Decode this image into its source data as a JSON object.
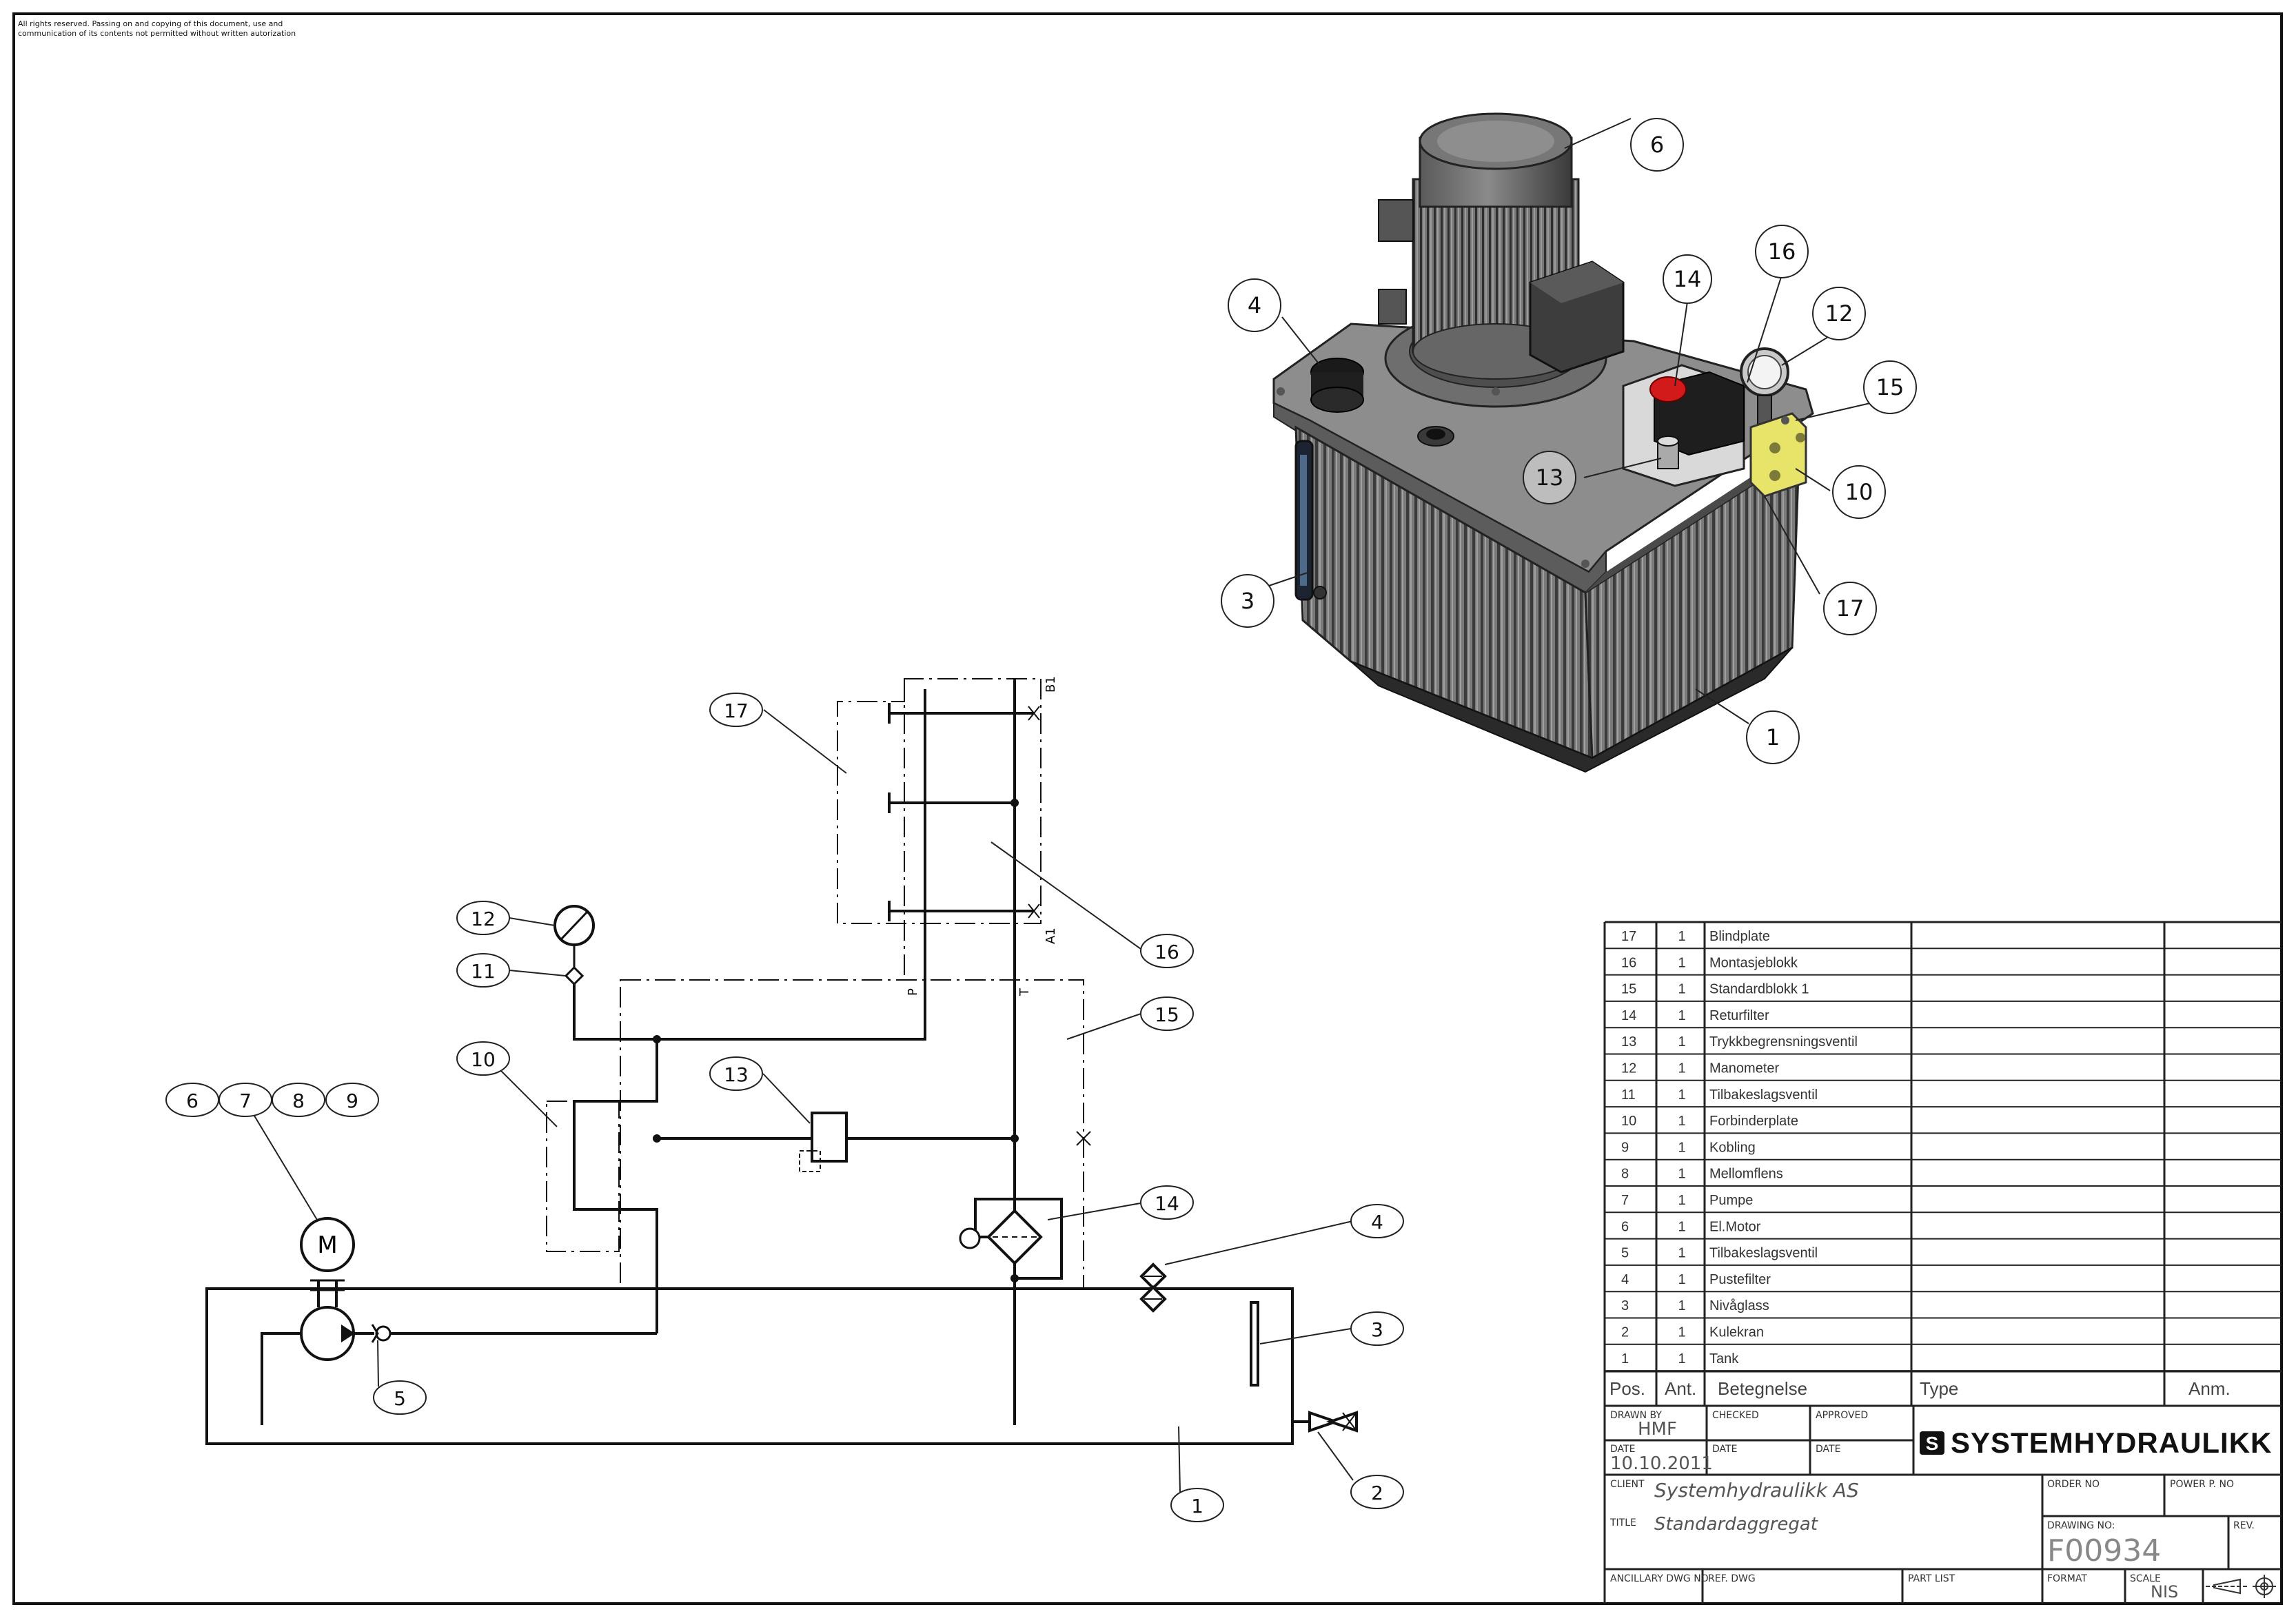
{
  "copyright": {
    "line1": "All rights reserved. Passing on and copying of this document, use and",
    "line2": "communication of its contents not permitted without written autorization"
  },
  "schematic": {
    "port_labels": {
      "B1": "B1",
      "A1": "A1",
      "P": "P",
      "T": "T"
    },
    "motor_label": "M",
    "balloons": [
      "17",
      "16",
      "15",
      "14",
      "13",
      "12",
      "11",
      "10",
      "9",
      "8",
      "7",
      "6",
      "5",
      "4",
      "3",
      "2",
      "1"
    ]
  },
  "render_view": {
    "balloons": [
      "6",
      "4",
      "14",
      "16",
      "12",
      "15",
      "13",
      "10",
      "3",
      "17",
      "1"
    ]
  },
  "parts_list": {
    "header": {
      "pos": "Pos.",
      "qty": "Ant.",
      "name": "Betegnelse",
      "type": "Type",
      "remark": "Anm."
    },
    "rows": [
      {
        "pos": "17",
        "qty": "1",
        "name": "Blindplate"
      },
      {
        "pos": "16",
        "qty": "1",
        "name": "Montasjeblokk"
      },
      {
        "pos": "15",
        "qty": "1",
        "name": "Standardblokk 1"
      },
      {
        "pos": "14",
        "qty": "1",
        "name": "Returfilter"
      },
      {
        "pos": "13",
        "qty": "1",
        "name": "Trykkbegrensningsventil"
      },
      {
        "pos": "12",
        "qty": "1",
        "name": "Manometer"
      },
      {
        "pos": "11",
        "qty": "1",
        "name": "Tilbakeslagsventil"
      },
      {
        "pos": "10",
        "qty": "1",
        "name": "Forbinderplate"
      },
      {
        "pos": "9",
        "qty": "1",
        "name": "Kobling"
      },
      {
        "pos": "8",
        "qty": "1",
        "name": "Mellomflens"
      },
      {
        "pos": "7",
        "qty": "1",
        "name": "Pumpe"
      },
      {
        "pos": "6",
        "qty": "1",
        "name": "El.Motor"
      },
      {
        "pos": "5",
        "qty": "1",
        "name": "Tilbakeslagsventil"
      },
      {
        "pos": "4",
        "qty": "1",
        "name": "Pustefilter"
      },
      {
        "pos": "3",
        "qty": "1",
        "name": "Nivåglass"
      },
      {
        "pos": "2",
        "qty": "1",
        "name": "Kulekran"
      },
      {
        "pos": "1",
        "qty": "1",
        "name": "Tank"
      }
    ]
  },
  "title_block": {
    "drawn_by_label": "DRAWN BY",
    "drawn_by": "HMF",
    "checked_label": "CHECKED",
    "approved_label": "APPROVED",
    "date_label": "DATE",
    "date": "10.10.2011",
    "company": "SYSTEMHYDRAULIKK",
    "logo_letter": "S",
    "client_label": "CLIENT",
    "client": "Systemhydraulikk AS",
    "title_label": "TITLE",
    "title": "Standardaggregat",
    "order_no_label": "ORDER NO",
    "power_p_no_label": "POWER P. NO",
    "drawing_no_label": "DRAWING NO:",
    "drawing_no": "F00934",
    "rev_label": "REV.",
    "ancillary_label": "ANCILLARY DWG NO",
    "ref_dwg_label": "REF. DWG",
    "part_list_label": "PART LIST",
    "format_label": "FORMAT",
    "scale_label": "SCALE",
    "scale": "NIS"
  }
}
